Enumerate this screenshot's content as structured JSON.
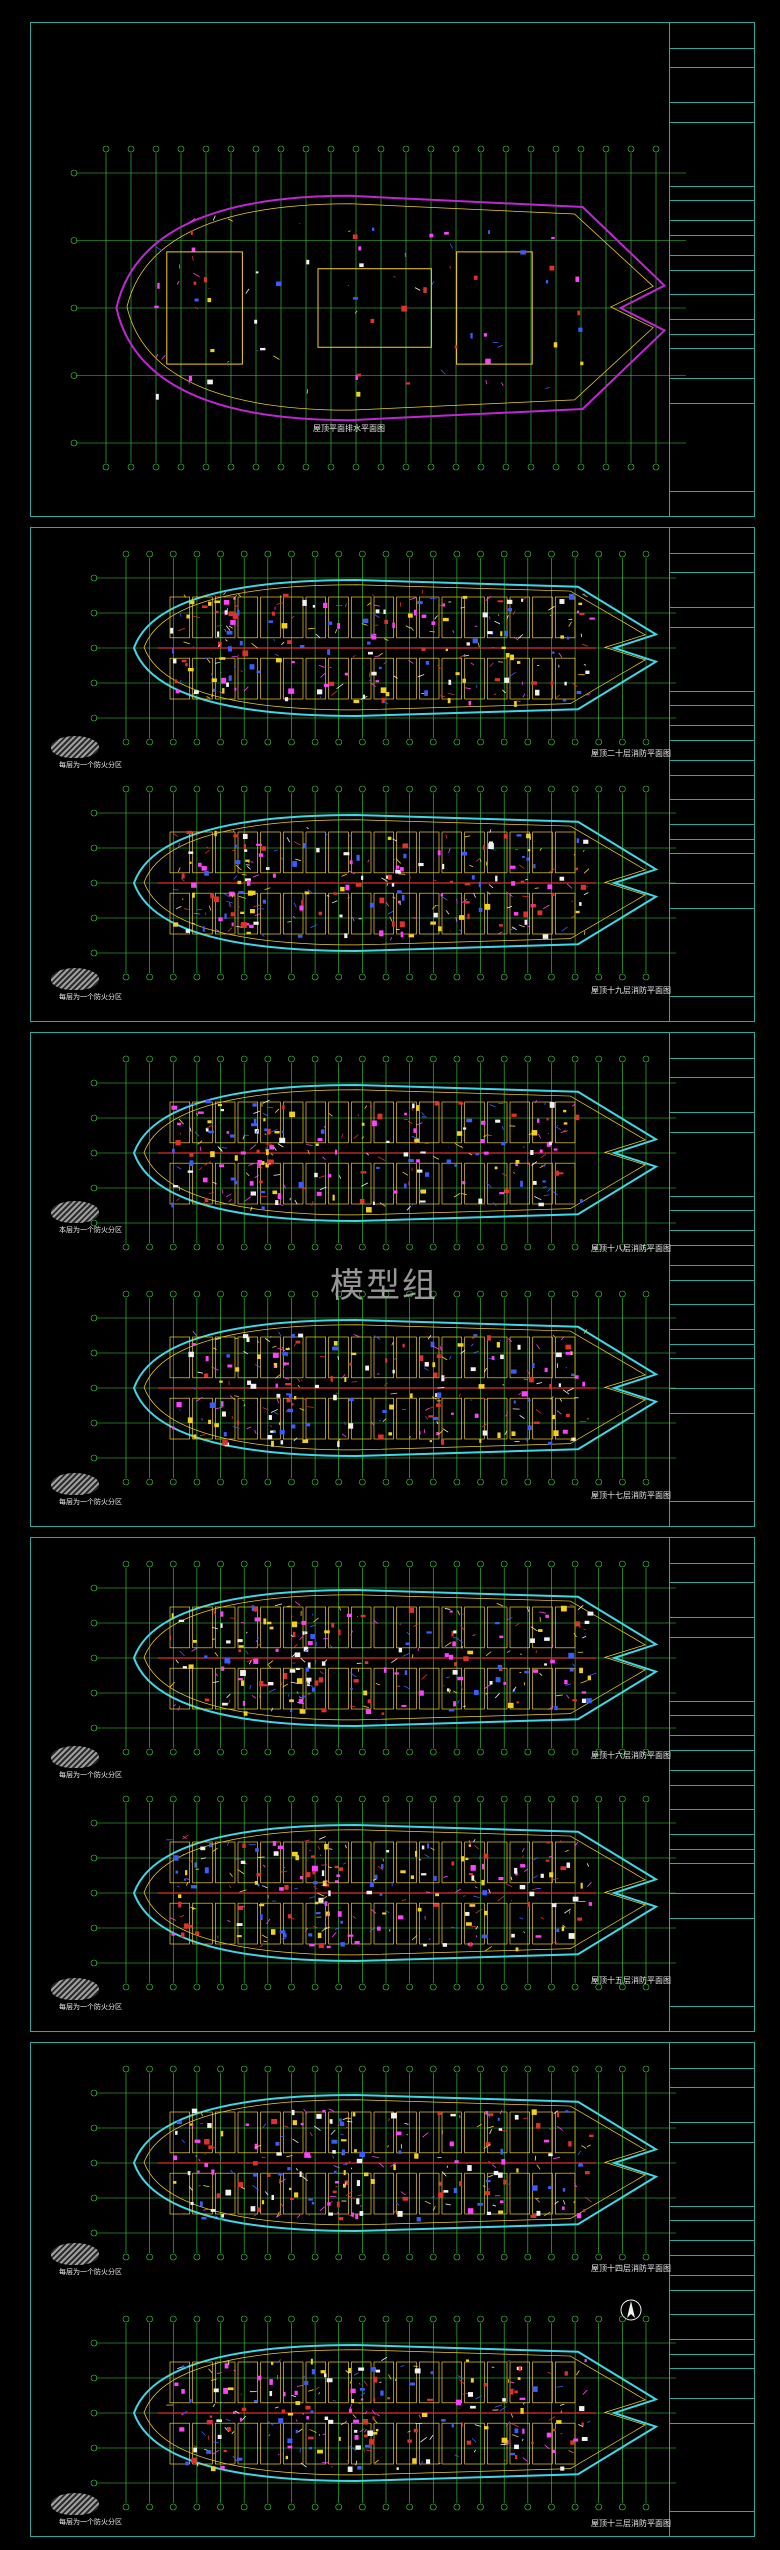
{
  "watermark": "模型组",
  "sheets": [
    {
      "id": "sheet-1",
      "plans": [
        {
          "caption": "屋顶平面排水平面图",
          "badge": ""
        }
      ]
    },
    {
      "id": "sheet-2",
      "plans": [
        {
          "caption": "屋顶二十层消防平面图",
          "badge": "每层为一个防火分区"
        },
        {
          "caption": "屋顶十九层消防平面图",
          "badge": "每层为一个防火分区"
        }
      ]
    },
    {
      "id": "sheet-3",
      "plans": [
        {
          "caption": "屋顶十八层消防平面图",
          "badge": "本层为一个防火分区"
        },
        {
          "caption": "屋顶十七层消防平面图",
          "badge": "每层为一个防火分区"
        }
      ]
    },
    {
      "id": "sheet-4",
      "plans": [
        {
          "caption": "屋顶十六层消防平面图",
          "badge": "每层为一个防火分区"
        },
        {
          "caption": "屋顶十五层消防平面图",
          "badge": "每层为一个防火分区"
        }
      ]
    },
    {
      "id": "sheet-5",
      "plans": [
        {
          "caption": "屋顶十四层消防平面图",
          "badge": "每层为一个防火分区"
        },
        {
          "caption": "屋顶十三层消防平面图",
          "badge": "每层为一个防火分区"
        }
      ]
    }
  ],
  "colors": {
    "frame": "#2fa8a0",
    "grid": "#3cd63c",
    "hull": "#c026d3",
    "hull_cyan": "#3fd6e6",
    "wall": "#f2d020",
    "pipe_red": "#e0302a",
    "pipe_blue": "#3a5cff",
    "pipe_magenta": "#ff40ff",
    "white": "#f0f0f0"
  }
}
